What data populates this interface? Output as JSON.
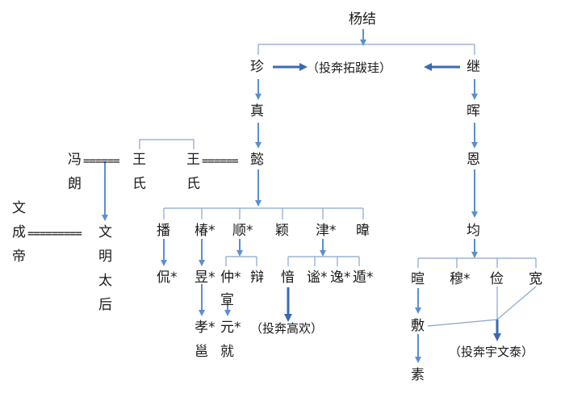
{
  "colors": {
    "arrow": "#5b8fd1",
    "line": "#8aa3cf",
    "dark_arrow": "#3b6ab3",
    "text": "#1a1a1a"
  },
  "nodes": {
    "yangjie": "杨结",
    "zhen_a": "珍",
    "ji": "继",
    "fled_tuoba": "（投奔拓跋珪）",
    "zhen_b": "真",
    "hui": "晖",
    "feng": "冯",
    "lang": "朗",
    "wang1_a": "王",
    "wang1_b": "氏",
    "wang2_a": "王",
    "wang2_b": "氏",
    "yi": "懿",
    "en": "恩",
    "wen": "文",
    "cheng": "成",
    "di": "帝",
    "wm_wen": "文",
    "wm_ming": "明",
    "wm_tai": "太",
    "wm_hou": "后",
    "bo": "播",
    "chun": "椿*",
    "shun": "顺*",
    "ying": "颖",
    "jin": "津*",
    "wei": "暐",
    "jun": "均",
    "kan": "侃*",
    "yu": "昱*",
    "zhong": "仲*",
    "bian": "辩",
    "yin": "愔",
    "mi": "谧*",
    "yiyi": "逸*",
    "dun": "遁*",
    "xuan": "暄",
    "mu": "穆*",
    "jian": "俭",
    "kuan": "宽",
    "xuan2": "宣",
    "xiao": "孝*",
    "yuan": "元*",
    "fled_gao": "（投奔高欢）",
    "fu": "敷",
    "ai": "邕",
    "jiu": "就",
    "fled_yuwen": "（投奔宇文泰）",
    "su": "素"
  },
  "marriage": {
    "feng_wang": "======",
    "wang_yi": "======",
    "wen_cheng": "========="
  }
}
